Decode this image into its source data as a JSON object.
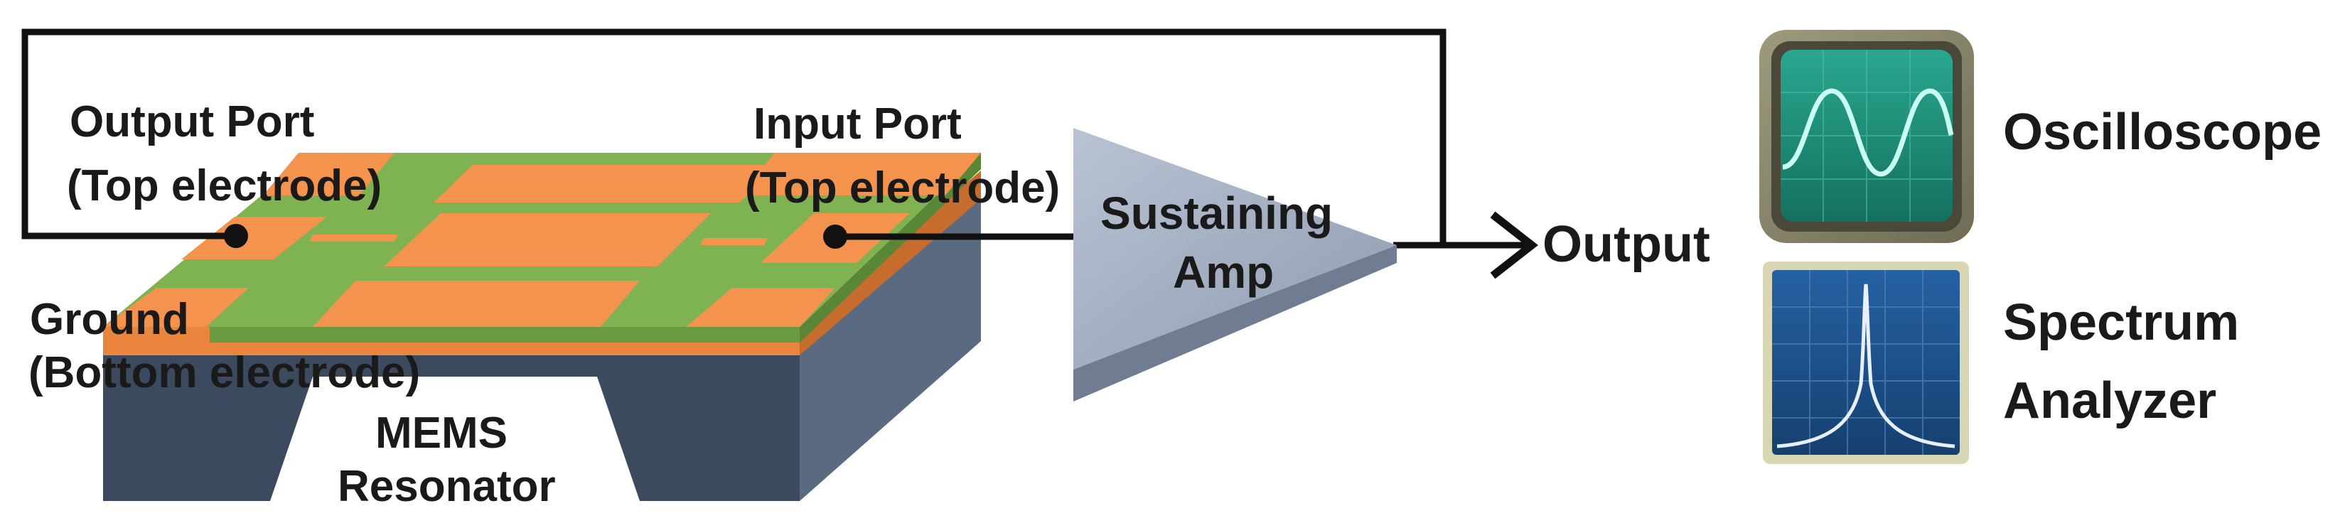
{
  "labels": {
    "output_port": "Output Port",
    "output_port_sub": "(Top electrode)",
    "input_port": "Input Port",
    "input_port_sub": "(Top electrode)",
    "ground": "Ground",
    "ground_sub": "(Bottom electrode)",
    "mems_line1": "MEMS",
    "mems_line2": "Resonator",
    "amp_line1": "Sustaining",
    "amp_line2": "Amp",
    "output": "Output",
    "oscilloscope": "Oscilloscope",
    "spectrum_line1": "Spectrum",
    "spectrum_line2": "Analyzer"
  },
  "colors": {
    "electrode_orange": "#f4934d",
    "piezo_green": "#7fb352",
    "substrate_dark": "#3b4a5e",
    "amp_gray": "#a7b2c4",
    "scope_screen": "#1f8c7a",
    "analyzer_screen": "#1d4f86"
  },
  "icons": {
    "oscilloscope": "oscilloscope-icon",
    "spectrum_analyzer": "spectrum-analyzer-icon",
    "arrow": "arrow-right-icon"
  }
}
